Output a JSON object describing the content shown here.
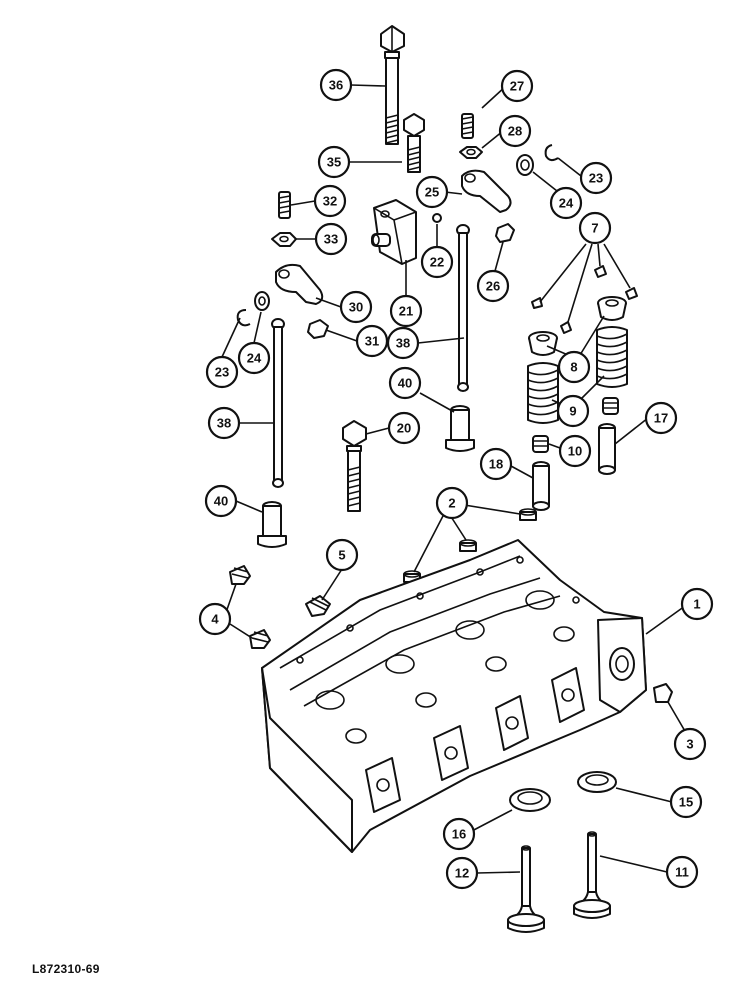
{
  "drawing_id": "L872310-69",
  "callouts": [
    {
      "key": "c36",
      "label": "36"
    },
    {
      "key": "c27",
      "label": "27"
    },
    {
      "key": "c28",
      "label": "28"
    },
    {
      "key": "c23a",
      "label": "23"
    },
    {
      "key": "c35",
      "label": "35"
    },
    {
      "key": "c25",
      "label": "25"
    },
    {
      "key": "c24a",
      "label": "24"
    },
    {
      "key": "c32",
      "label": "32"
    },
    {
      "key": "c7",
      "label": "7"
    },
    {
      "key": "c33",
      "label": "33"
    },
    {
      "key": "c22",
      "label": "22"
    },
    {
      "key": "c26",
      "label": "26"
    },
    {
      "key": "c21",
      "label": "21"
    },
    {
      "key": "c30",
      "label": "30"
    },
    {
      "key": "c31",
      "label": "31"
    },
    {
      "key": "c38a",
      "label": "38"
    },
    {
      "key": "c8",
      "label": "8"
    },
    {
      "key": "c23b",
      "label": "23"
    },
    {
      "key": "c24b",
      "label": "24"
    },
    {
      "key": "c40a",
      "label": "40"
    },
    {
      "key": "c9",
      "label": "9"
    },
    {
      "key": "c38b",
      "label": "38"
    },
    {
      "key": "c20",
      "label": "20"
    },
    {
      "key": "c17",
      "label": "17"
    },
    {
      "key": "c10",
      "label": "10"
    },
    {
      "key": "c18",
      "label": "18"
    },
    {
      "key": "c40b",
      "label": "40"
    },
    {
      "key": "c2",
      "label": "2"
    },
    {
      "key": "c5",
      "label": "5"
    },
    {
      "key": "c1",
      "label": "1"
    },
    {
      "key": "c4",
      "label": "4"
    },
    {
      "key": "c3",
      "label": "3"
    },
    {
      "key": "c15",
      "label": "15"
    },
    {
      "key": "c16",
      "label": "16"
    },
    {
      "key": "c12",
      "label": "12"
    },
    {
      "key": "c11",
      "label": "11"
    }
  ]
}
